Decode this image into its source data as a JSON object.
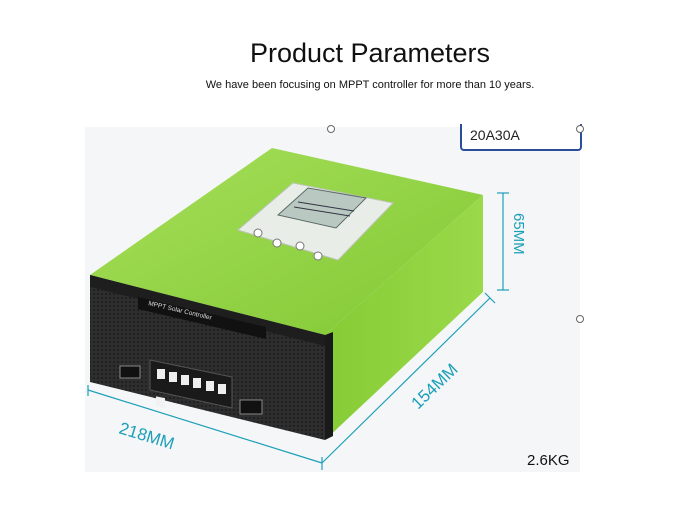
{
  "header": {
    "title": "Product Parameters",
    "subtitle": "We have been focusing on MPPT controller for more than 10 years."
  },
  "product": {
    "model_label": "20A30A",
    "panel_label": "MPPT Solar Controller",
    "dimensions": {
      "width": "218MM",
      "depth": "154MM",
      "height": "65MM"
    },
    "weight": "2.6KG"
  },
  "colors": {
    "case_green": "#8dd23c",
    "case_black": "#2b2b2b",
    "dimension_line": "#1c9fb8"
  }
}
